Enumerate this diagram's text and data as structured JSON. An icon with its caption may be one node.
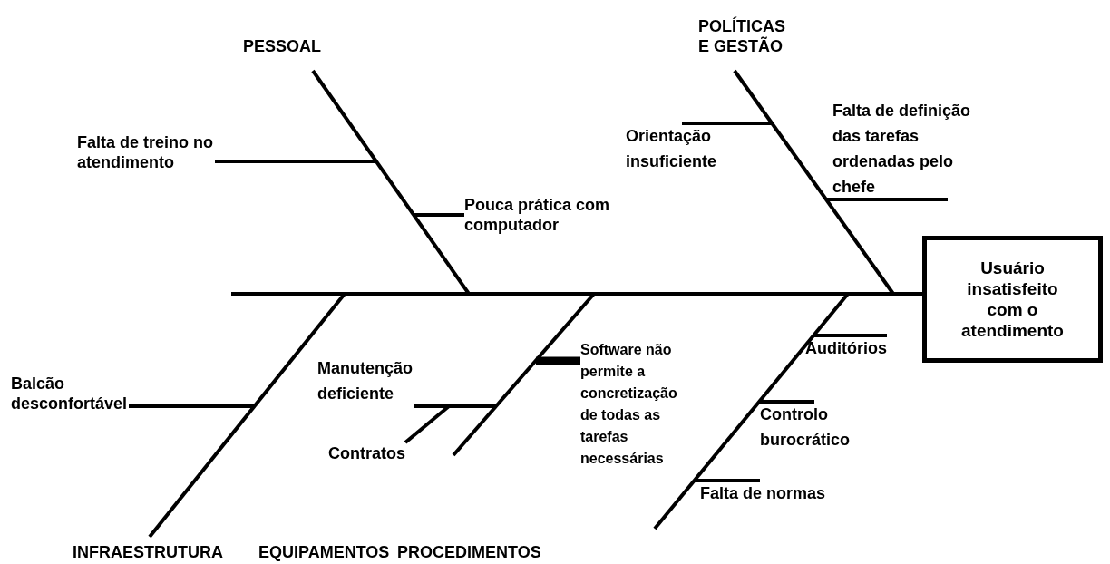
{
  "diagram": {
    "nodes": [
      {
        "text": [
          "Usuário insatisfeito com o atendimento"
        ]
      },
      {
        "text": [
          "Falta de treino no atendimento"
        ]
      },
      {
        "text": [
          "Pouca prática com computador"
        ]
      },
      {
        "text": [
          "Orientação insuficiente"
        ]
      },
      {
        "text": [
          "Falta de definição das tarefas ordenadas pelo chefe"
        ]
      },
      {
        "text": [
          "Balcão desconfortável"
        ]
      },
      {
        "text": [
          "Manutenção deficiente"
        ]
      },
      {
        "text": [
          "Contratos"
        ]
      },
      {
        "text": [
          "Software não permite a concretização de todas as tarefas necessárias"
        ]
      },
      {
        "text": [
          "Auditórios"
        ]
      },
      {
        "text": [
          "Controlo burocrático"
        ]
      },
      {
        "text": [
          "Falta de normas"
        ]
      }
    ],
    "edges": [
      {
        "from": null,
        "to": 0,
        "arrow": "none"
      },
      {
        "from": 1,
        "to": null,
        "arrow": "none"
      },
      {
        "from": 2,
        "to": null,
        "arrow": "none"
      },
      {
        "from": 3,
        "to": null,
        "arrow": "none"
      },
      {
        "from": 4,
        "to": null,
        "arrow": "none"
      },
      {
        "from": 5,
        "to": null,
        "arrow": "none"
      },
      {
        "from": 6,
        "to": null,
        "arrow": "none"
      },
      {
        "from": 7,
        "to": null,
        "arrow": "none"
      },
      {
        "from": 8,
        "to": null,
        "arrow": "none",
        "style": "thick"
      },
      {
        "from": 9,
        "to": null,
        "arrow": "none"
      },
      {
        "from": 10,
        "to": null,
        "arrow": "none"
      },
      {
        "from": 11,
        "to": null,
        "arrow": "none"
      }
    ],
    "labels": [
      "PESSOAL",
      "POLÍTICAS E GESTÃO",
      "INFRAESTRUTURA",
      "EQUIPAMENTOS",
      "PROCEDIMENTOS"
    ]
  }
}
